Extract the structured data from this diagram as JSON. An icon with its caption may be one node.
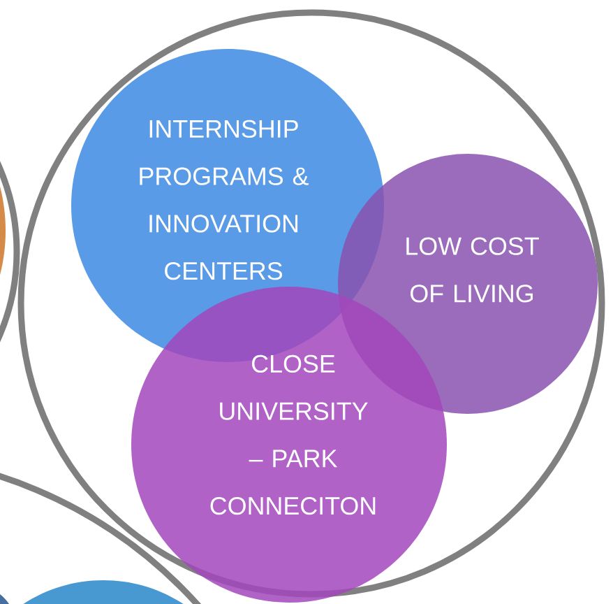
{
  "diagram": {
    "nodes": [
      {
        "text": [],
        "shape": "circle"
      },
      {
        "text": [
          "INTERNSHIP PROGRAMS & INNOVATION CENTERS"
        ],
        "in": 0
      },
      {
        "text": [
          "LOW COST OF LIVING"
        ],
        "in": 0
      },
      {
        "text": [
          "CLOSE UNIVERSITY – PARK CONNECITON"
        ],
        "in": 0
      },
      {
        "text": [],
        "shape": "circle"
      },
      {
        "text": [],
        "shape": "circle",
        "in": 4
      },
      {
        "text": [],
        "shape": "circle"
      },
      {
        "text": [],
        "shape": "circle",
        "in": 6
      },
      {
        "text": [],
        "shape": "circle",
        "in": 6
      }
    ]
  }
}
